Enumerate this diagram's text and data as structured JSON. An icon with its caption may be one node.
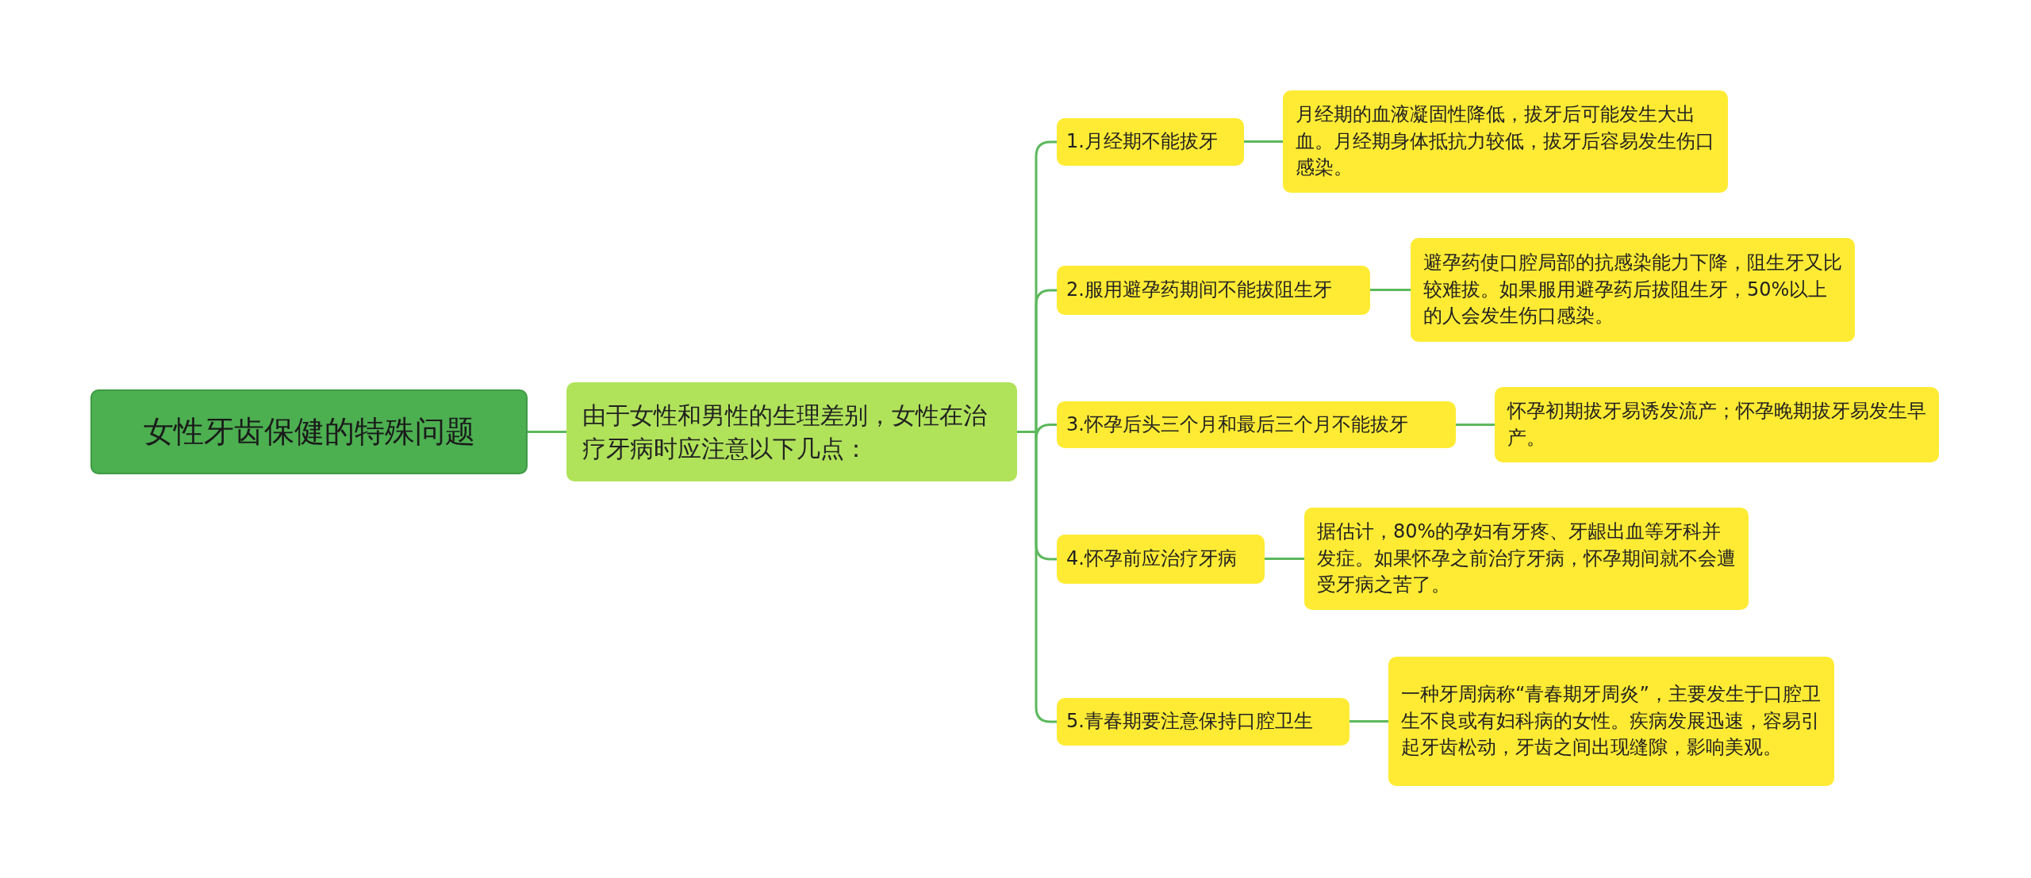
{
  "diagram": {
    "nodes": [
      {
        "text": [
          "女性牙齿保健的特殊问题"
        ]
      },
      {
        "text": [
          "由于女性和男性的生理差别，女性在治疗牙病时应注意以下几点："
        ]
      },
      {
        "text": [
          "1.月经期不能拔牙"
        ]
      },
      {
        "text": [
          "月经期的血液凝固性降低，拔牙后可能发生大出血。月经期身体抵抗力较低，拔牙后容易发生伤口感染。"
        ]
      },
      {
        "text": [
          "2.服用避孕药期间不能拔阻生牙"
        ]
      },
      {
        "text": [
          "避孕药使口腔局部的抗感染能力下降，阻生牙又比较难拔。如果服用避孕药后拔阻生牙，50%以上的人会发生伤口感染。"
        ]
      },
      {
        "text": [
          "3.怀孕后头三个月和最后三个月不能拔牙"
        ]
      },
      {
        "text": [
          "怀孕初期拔牙易诱发流产；怀孕晚期拔牙易发生早产。"
        ]
      },
      {
        "text": [
          "4.怀孕前应治疗牙病"
        ]
      },
      {
        "text": [
          "据估计，80%的孕妇有牙疼、牙龈出血等牙科并发症。如果怀孕之前治疗牙病，怀孕期间就不会遭受牙病之苦了。"
        ]
      },
      {
        "text": [
          "5.青春期要注意保持口腔卫生"
        ]
      },
      {
        "text": [
          "一种牙周病称“青春期牙周炎”，主要发生于口腔卫生不良或有妇科病的女性。疾病发展迅速，容易引起牙齿松动，牙齿之间出现缝隙，影响美观。"
        ]
      }
    ],
    "edges": [
      {
        "from": 0,
        "to": 1,
        "arrow": "none"
      },
      {
        "from": 1,
        "to": 2,
        "arrow": "none"
      },
      {
        "from": 1,
        "to": 4,
        "arrow": "none"
      },
      {
        "from": 1,
        "to": 6,
        "arrow": "none"
      },
      {
        "from": 1,
        "to": 8,
        "arrow": "none"
      },
      {
        "from": 1,
        "to": 10,
        "arrow": "none"
      },
      {
        "from": 2,
        "to": 3,
        "arrow": "none"
      },
      {
        "from": 4,
        "to": 5,
        "arrow": "none"
      },
      {
        "from": 6,
        "to": 7,
        "arrow": "none"
      },
      {
        "from": 8,
        "to": 9,
        "arrow": "none"
      },
      {
        "from": 10,
        "to": 11,
        "arrow": "none"
      }
    ]
  }
}
